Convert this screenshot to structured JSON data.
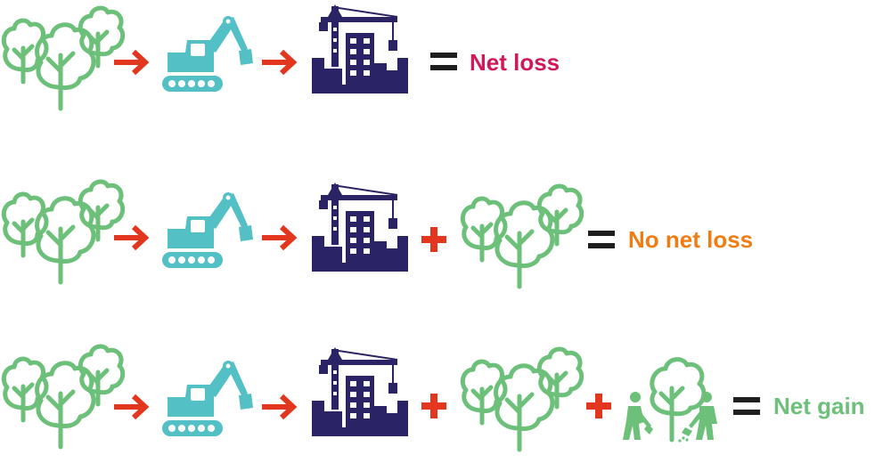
{
  "colors": {
    "tree": "#6cc07a",
    "excavator": "#52c0c4",
    "building": "#2a2366",
    "arrow": "#e2361f",
    "plus": "#e2361f",
    "equals": "#1e1e1e",
    "net_loss": "#d1185a",
    "no_net_loss": "#ef7d14",
    "net_gain": "#6cc07a"
  },
  "icons": {
    "trees": "trees-icon",
    "arrow": "right-arrow-icon",
    "excavator": "excavator-icon",
    "building": "construction-building-icon",
    "plus": "plus-icon",
    "equals": "equals-icon",
    "planting": "tree-planting-people-icon"
  },
  "rows": [
    {
      "result": "Net loss"
    },
    {
      "result": "No net loss"
    },
    {
      "result": "Net gain"
    }
  ]
}
